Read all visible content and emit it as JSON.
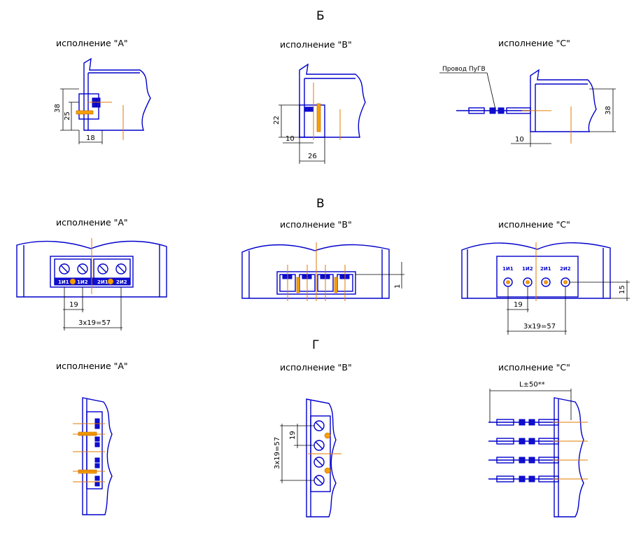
{
  "sections": {
    "b": "Б",
    "v": "В",
    "g": "Г"
  },
  "versions": {
    "a": "исполнение \"А\"",
    "b": "исполнение \"В\"",
    "c": "исполнение \"С\""
  },
  "wire_label": "Провод ПуГВ",
  "dims": {
    "b_a_38": "38",
    "b_a_25": "25",
    "b_a_18": "18",
    "b_b_22": "22",
    "b_b_10": "10",
    "b_b_26": "26",
    "b_c_10": "10",
    "b_c_38": "38",
    "v_a_19": "19",
    "v_a_3x19": "3х19=57",
    "v_b_1": "1",
    "v_c_19": "19",
    "v_c_3x19": "3х19=57",
    "v_c_15": "15",
    "g_b_19": "19",
    "g_b_3x19": "3х19=57",
    "g_c_L": "L±50**"
  },
  "terminals": [
    "1И1",
    "1И2",
    "2И1",
    "2И2"
  ],
  "colors": {
    "outline": "#0000cc",
    "centerline": "#e07b00",
    "dimension": "#000000"
  }
}
